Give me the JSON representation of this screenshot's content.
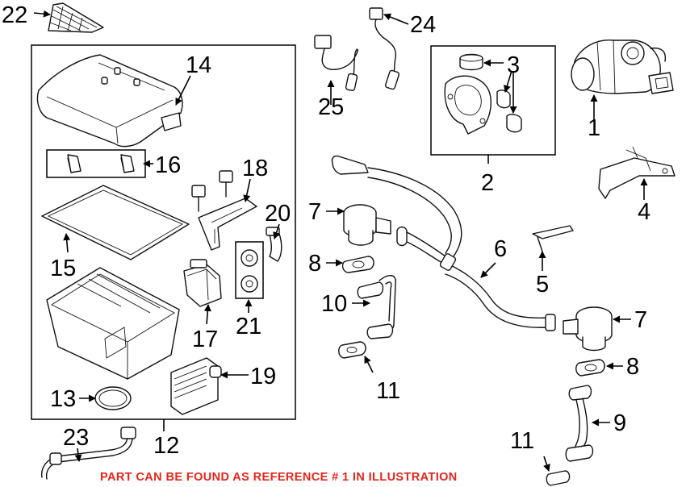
{
  "callouts": {
    "c1": "1",
    "c2": "2",
    "c3": "3",
    "c4": "4",
    "c5": "5",
    "c6": "6",
    "c7a": "7",
    "c7b": "7",
    "c8a": "8",
    "c8b": "8",
    "c9": "9",
    "c10": "10",
    "c11a": "11",
    "c11b": "11",
    "c12": "12",
    "c13": "13",
    "c14": "14",
    "c15": "15",
    "c16": "16",
    "c17": "17",
    "c18": "18",
    "c19": "19",
    "c20": "20",
    "c21": "21",
    "c22": "22",
    "c23": "23",
    "c24": "24",
    "c25": "25"
  },
  "banner": {
    "text": "PART CAN BE FOUND AS REFERENCE # 1 IN ILLUSTRATION",
    "color": "#e1261c"
  }
}
